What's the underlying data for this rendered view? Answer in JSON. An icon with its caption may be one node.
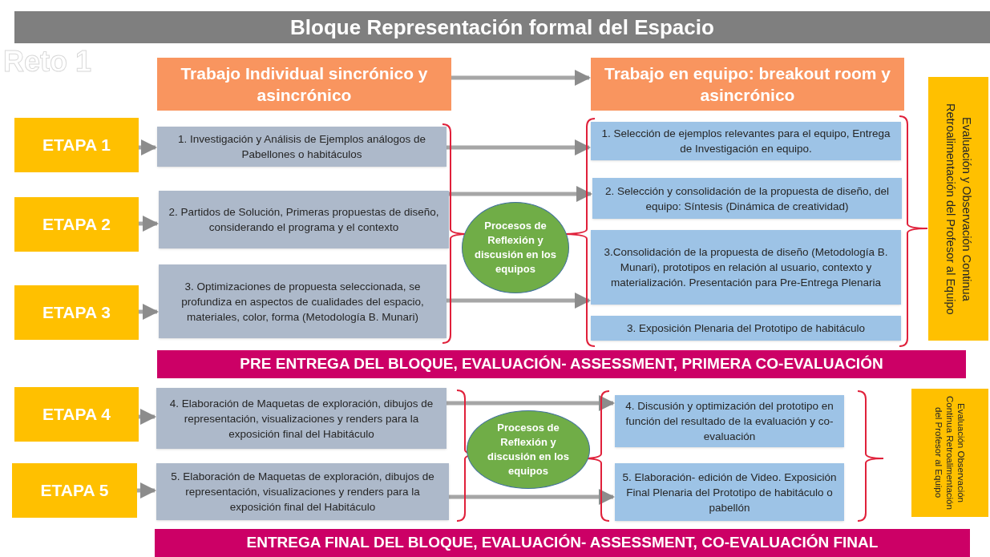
{
  "diagram": {
    "title": "Bloque Representación formal del Espacio",
    "nodes": [
      {
        "text": [
          "Trabajo Individual sincrónico y asincrónico"
        ]
      },
      {
        "text": [
          "Trabajo en equipo: breakout room y asincrónico"
        ]
      },
      {
        "text": [
          "ETAPA 1"
        ]
      },
      {
        "text": [
          "1. Investigación y Análisis de Ejemplos análogos de Pabellones o habitáculos"
        ]
      },
      {
        "text": [
          "ETAPA 2"
        ]
      },
      {
        "text": [
          "2. Partidos de Solución, Primeras propuestas de diseño, considerando el programa y el contexto"
        ]
      },
      {
        "text": [
          "ETAPA 3"
        ]
      },
      {
        "text": [
          "3. Optimizaciones de propuesta seleccionada, se profundiza en aspectos de cualidades del espacio, materiales, color, forma (Metodología B. Munari)"
        ]
      },
      {
        "text": [
          "Procesos de Reflexión y discusión en los equipos"
        ]
      },
      {
        "text": [
          "1. Selección de ejemplos relevantes para el equipo, Entrega de Investigación en equipo."
        ]
      },
      {
        "text": [
          "2. Selección y consolidación de la propuesta de diseño, del equipo: Síntesis (Dinámica de creatividad)"
        ]
      },
      {
        "text": [
          "3.Consolidación de la propuesta de diseño (Metodología B. Munari), prototipos en relación al usuario, contexto y materialización. Presentación para Pre-Entrega Plenaria"
        ]
      },
      {
        "text": [
          "3. Exposición Plenaria del Prototipo de habitáculo"
        ]
      },
      {
        "text": [
          "Evaluación y Observación Continua Retroalimentación del Profesor al Equipo"
        ]
      },
      {
        "text": [
          "PRE ENTREGA DEL BLOQUE, EVALUACIÓN- ASSESSMENT, PRIMERA CO-EVALUACIÓN"
        ]
      },
      {
        "text": [
          "ETAPA 4"
        ]
      },
      {
        "text": [
          "4. Elaboración de Maquetas de exploración, dibujos de representación, visualizaciones y renders para la exposición final del Habitáculo"
        ]
      },
      {
        "text": [
          "ETAPA 5"
        ]
      },
      {
        "text": [
          "5. Elaboración de Maquetas de exploración, dibujos de representación, visualizaciones y renders para la exposición final del Habitáculo"
        ]
      },
      {
        "text": [
          "Procesos de Reflexión y discusión en los equipos"
        ]
      },
      {
        "text": [
          "4. Discusión y optimización del prototipo en función del resultado de la evaluación y co-evaluación"
        ]
      },
      {
        "text": [
          "5. Elaboración- edición de Video. Exposición Final Plenaria del Prototipo de habitáculo o pabellón"
        ]
      },
      {
        "text": [
          "Evaluación Observación Continua Retroalimentación del Profesor al Equipo"
        ]
      },
      {
        "text": [
          "ENTREGA FINAL DEL BLOQUE, EVALUACIÓN- ASSESSMENT, CO-EVALUACIÓN FINAL"
        ]
      }
    ],
    "edges": [
      {
        "from": 0,
        "to": 1,
        "arrow": "to"
      },
      {
        "from": 2,
        "to": 3,
        "arrow": "to"
      },
      {
        "from": 4,
        "to": 5,
        "arrow": "to"
      },
      {
        "from": 6,
        "to": 7,
        "arrow": "to"
      },
      {
        "from": 3,
        "to": 9,
        "arrow": "to"
      },
      {
        "from": 5,
        "to": 10,
        "arrow": "to"
      },
      {
        "from": 7,
        "to": 11,
        "arrow": "to"
      },
      {
        "from": 15,
        "to": 16,
        "arrow": "to"
      },
      {
        "from": 17,
        "to": 18,
        "arrow": "to"
      },
      {
        "from": 16,
        "to": 20,
        "arrow": "to"
      },
      {
        "from": 18,
        "to": 21,
        "arrow": "to"
      }
    ],
    "labels": [
      "Reto 1"
    ]
  }
}
